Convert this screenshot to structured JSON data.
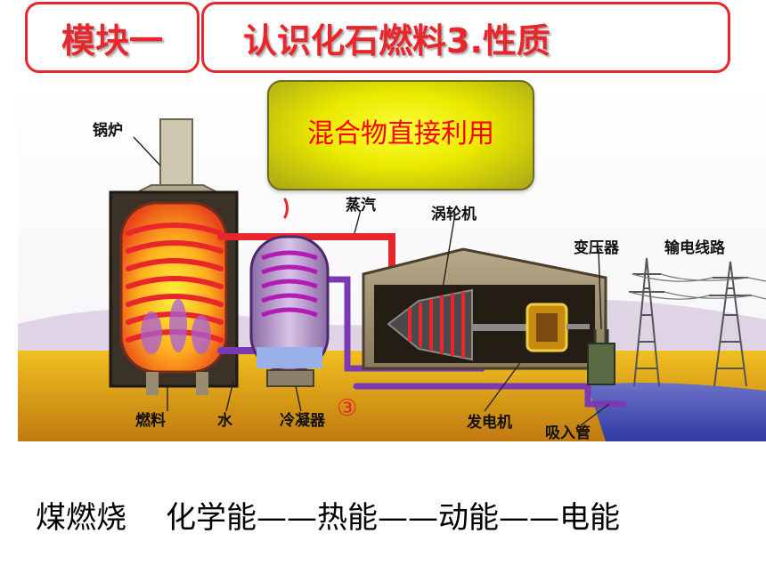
{
  "header": {
    "module_label": "模块一",
    "title": "认识化石燃料3.性质"
  },
  "callout": {
    "text": "混合物直接利用"
  },
  "diagram": {
    "labels": {
      "boiler": "锅炉",
      "steam": "蒸汽",
      "turbine": "涡轮机",
      "transformer": "变压器",
      "power_lines": "输电线路",
      "fuel": "燃料",
      "water": "水",
      "condenser": "冷凝器",
      "marker": "③",
      "generator": "发电机",
      "intake_pipe": "吸入管"
    }
  },
  "bottom": {
    "subject": "煤燃烧",
    "chain": "化学能——热能——动能——电能"
  }
}
